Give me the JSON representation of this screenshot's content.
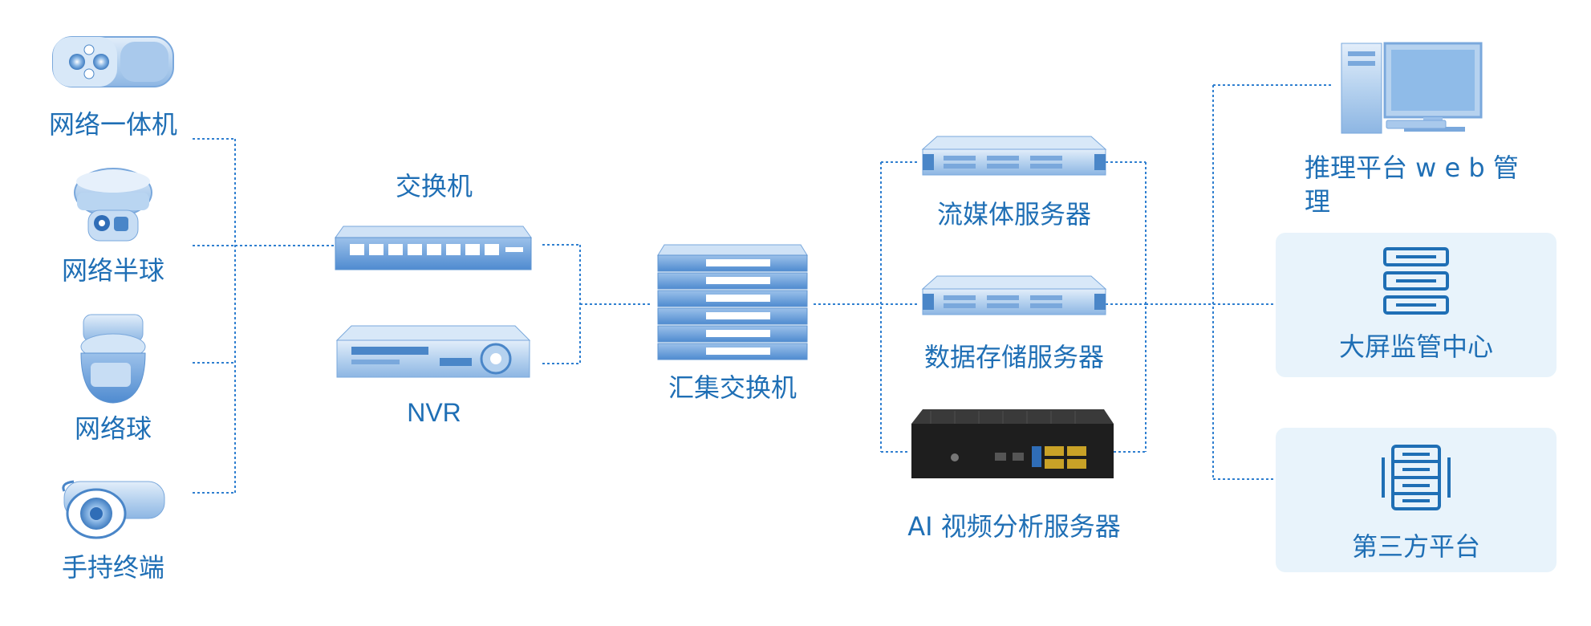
{
  "colors": {
    "label": "#1f6fb5",
    "connector": "#2f7fd0",
    "device_light": "#c9ddf2",
    "device_mid": "#8bb8e6",
    "device_dark": "#4a86c8",
    "panel_bg": "#e8f3fb"
  },
  "cameras": [
    {
      "label": "网络一体机",
      "icon": "bullet-camera-icon"
    },
    {
      "label": "网络半球",
      "icon": "dome-camera-icon"
    },
    {
      "label": "网络球",
      "icon": "ptz-camera-icon"
    },
    {
      "label": "手持终端",
      "icon": "handheld-camera-icon"
    }
  ],
  "access": {
    "switch_label": "交换机",
    "nvr_label": "NVR"
  },
  "core": {
    "label": "汇集交换机"
  },
  "servers": [
    {
      "label": "流媒体服务器",
      "icon": "rack-server-icon"
    },
    {
      "label": "数据存储服务器",
      "icon": "rack-server-icon"
    },
    {
      "label": "AI 视频分析服务器",
      "icon": "ai-box-server-icon"
    }
  ],
  "outputs": {
    "web": {
      "line1": "推理平台 w e b  管",
      "line2": "理",
      "icon": "desktop-computer-icon"
    },
    "bigscreen": {
      "label": "大屏监管中心",
      "icon": "server-stack-icon"
    },
    "thirdparty": {
      "label": "第三方平台",
      "icon": "server-rack-icon"
    }
  }
}
